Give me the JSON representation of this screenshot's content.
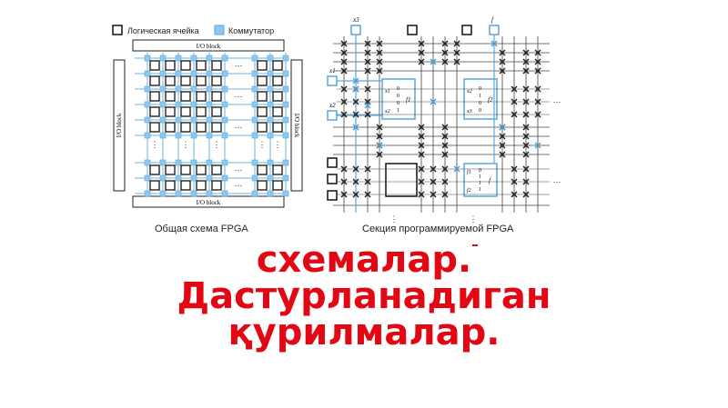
{
  "legend": {
    "logic_cell_label": "Логическая ячейка",
    "switch_label": "Коммутатор"
  },
  "left_diagram": {
    "io_top": "I/O block",
    "io_bottom": "I/O block",
    "io_left": "I/O block",
    "io_right": "I/O block",
    "caption": "Общая схема FPGA"
  },
  "right_diagram": {
    "inputs": {
      "x1": "x1",
      "x2": "x2",
      "x3": "x3",
      "f": "f"
    },
    "lut1": {
      "vars": [
        "x1",
        "x2"
      ],
      "bits": [
        "0",
        "0",
        "0",
        "1"
      ],
      "out": "f1"
    },
    "lut2": {
      "vars": [
        "x2",
        "x3"
      ],
      "bits": [
        "0",
        "1",
        "0",
        "0"
      ],
      "out": "f2"
    },
    "lut3": {
      "vars": [
        "f1",
        "f2"
      ],
      "bits": [
        "0",
        "1",
        "1",
        "1"
      ],
      "out": "f"
    },
    "caption": "Секция программируемой FPGA"
  },
  "headline": {
    "line1": "схемалар.",
    "line2": "Дастурланадиган",
    "line3": "қурилмалар."
  },
  "colors": {
    "switch_blue": "#8ec8ee",
    "switch_blue_border": "#5aa6d8",
    "headline_red": "#e30613",
    "wire": "#444444"
  }
}
